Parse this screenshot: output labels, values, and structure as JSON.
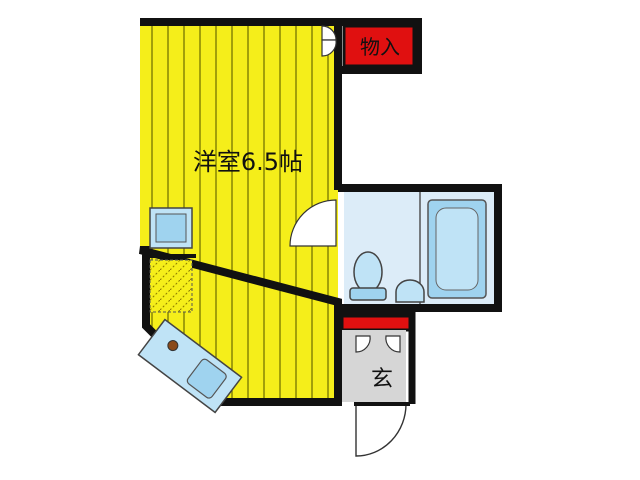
{
  "floor_plan": {
    "main_room_label": "洋室6.5帖",
    "storage_label": "物入",
    "entrance_label": "玄"
  },
  "colors": {
    "room_fill": "#f5ee1a",
    "room_stripes": "#6b6b00",
    "storage_fill": "#e01010",
    "bath_fill": "#dcecf8",
    "fixture_fill": "#9fd3ef",
    "entrance_fill": "#d6d6d6",
    "wall": "#111111"
  },
  "icons": [
    "door-swing-icon",
    "toilet-icon",
    "bathtub-icon",
    "washbasin-icon",
    "sink-icon",
    "stove-icon",
    "refrigerator-icon"
  ]
}
